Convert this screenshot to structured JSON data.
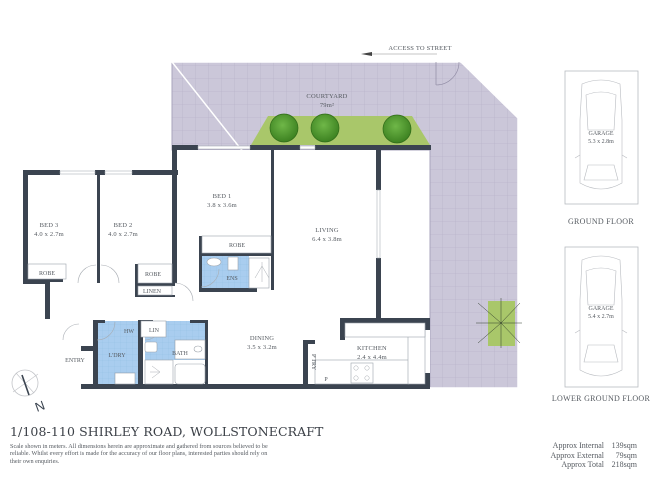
{
  "title": "1/108-110 SHIRLEY ROAD, WOLLSTONECRAFT",
  "disclaimer": "Scale shown in meters. All dimensions herein are approximate and gathered from sources believed to be reliable. Whilst every effort is made for the accuracy of our floor plans, interested parties should rely on their own enquiries.",
  "compass": {
    "label": "N"
  },
  "access": {
    "label": "ACCESS TO STREET"
  },
  "rooms": {
    "courtyard": {
      "name": "COURTYARD",
      "size": "79m²"
    },
    "bed1": {
      "name": "BED 1",
      "size": "3.8 x 3.6m"
    },
    "bed2": {
      "name": "BED 2",
      "size": "4.0 x 2.7m"
    },
    "bed3": {
      "name": "BED 3",
      "size": "4.0 x 2.7m"
    },
    "living": {
      "name": "LIVING",
      "size": "6.4 x 3.8m"
    },
    "dining": {
      "name": "DINING",
      "size": "3.5 x 3.2m"
    },
    "kitchen": {
      "name": "KITCHEN",
      "size": "2.4 x 4.4m"
    },
    "robe1": {
      "name": "ROBE"
    },
    "robe2": {
      "name": "ROBE"
    },
    "robe3": {
      "name": "ROBE"
    },
    "ens": {
      "name": "ENS"
    },
    "linen": {
      "name": "LINEN"
    },
    "lin": {
      "name": "LIN"
    },
    "hw": {
      "name": "HW"
    },
    "ldry": {
      "name": "L'DRY"
    },
    "bath": {
      "name": "BATH"
    },
    "entry": {
      "name": "ENTRY"
    },
    "ptry": {
      "name": "P'TRY"
    },
    "p": {
      "name": "P"
    }
  },
  "garages": [
    {
      "name": "GARAGE",
      "size": "5.3 x 2.8m",
      "floor": "GROUND FLOOR"
    },
    {
      "name": "GARAGE",
      "size": "5.4 x 2.7m",
      "floor": "LOWER GROUND FLOOR"
    }
  ],
  "areas": [
    {
      "label": "Approx Internal",
      "value": "139sqm"
    },
    {
      "label": "Approx External",
      "value": "79sqm"
    },
    {
      "label": "Approx Total",
      "value": "218sqm"
    }
  ],
  "colors": {
    "wall": "#3b4450",
    "courtyard": "#cbc7d9",
    "wet": "#a9cdef",
    "lawn": "#a9c76a",
    "tree": "#4f9a2e"
  }
}
